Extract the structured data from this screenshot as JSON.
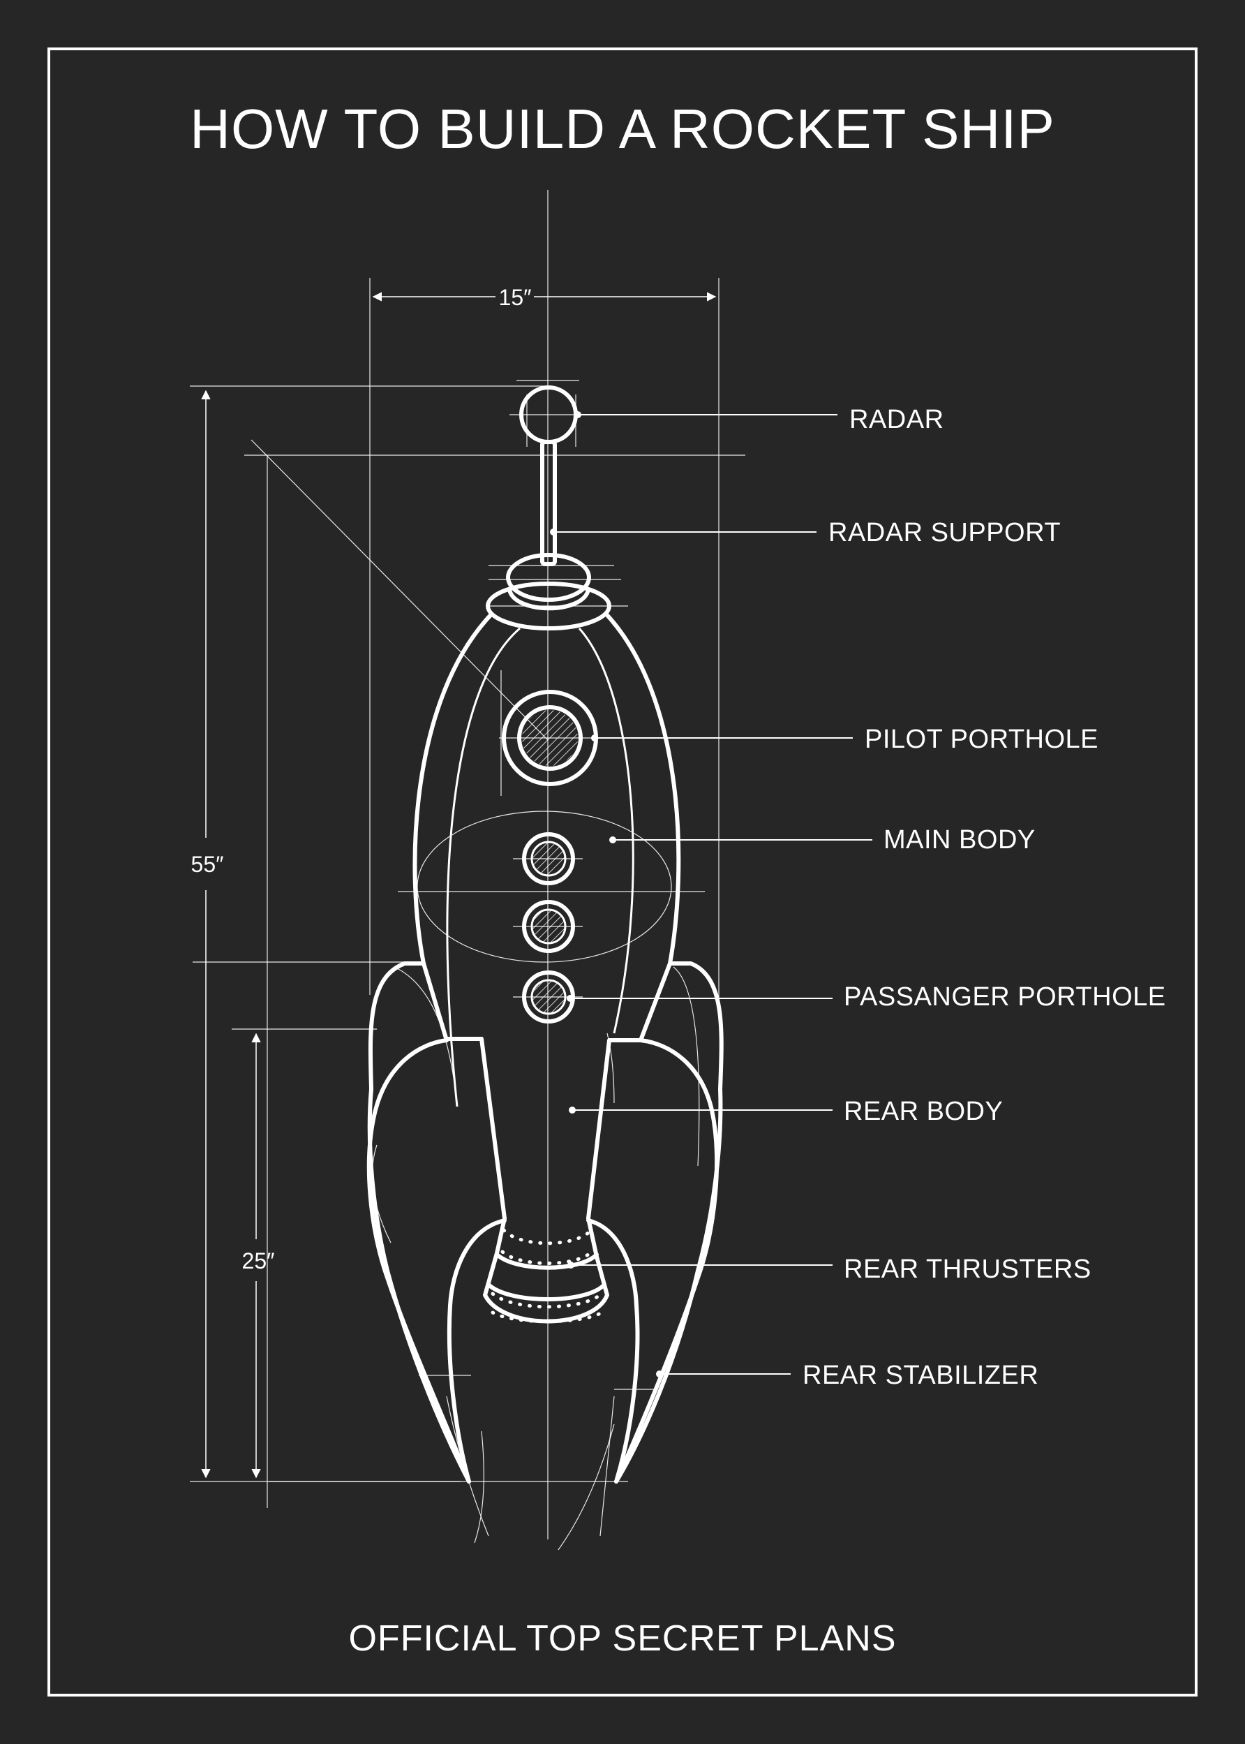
{
  "title": "HOW TO BUILD A ROCKET SHIP",
  "footer": "OFFICIAL TOP SECRET PLANS",
  "dimensions": {
    "width": "15″",
    "total_height": "55″",
    "rear_height": "25″"
  },
  "callouts": {
    "radar": "RADAR",
    "radar_support": "RADAR SUPPORT",
    "pilot_porthole": "PILOT PORTHOLE",
    "main_body": "MAIN BODY",
    "passanger_porthole": "PASSANGER PORTHOLE",
    "rear_body": "REAR BODY",
    "rear_thrusters": "REAR THRUSTERS",
    "rear_stabilizer": "REAR STABILIZER"
  },
  "colors": {
    "background": "#262626",
    "ink": "#ffffff"
  }
}
